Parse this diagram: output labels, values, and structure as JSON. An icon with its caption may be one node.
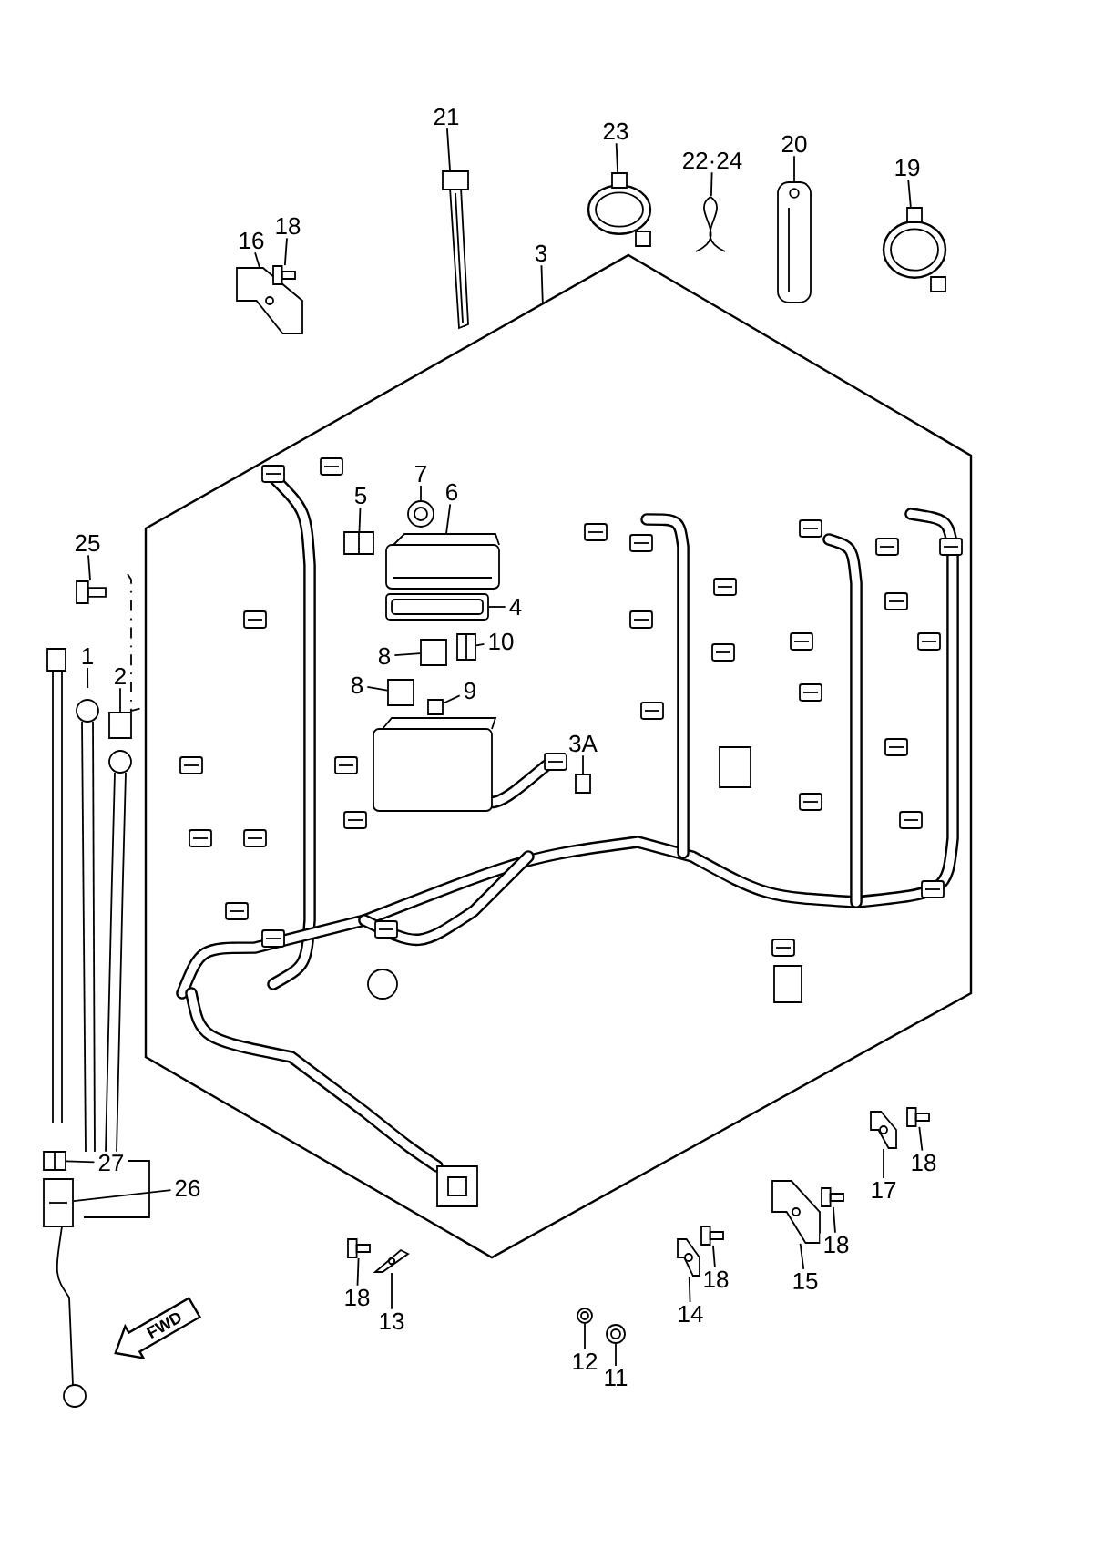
{
  "diagram": {
    "nodes": [
      {
        "text": [
          "21"
        ]
      },
      {
        "text": [],
        "shape": "picture"
      },
      {
        "text": [
          "23"
        ]
      },
      {
        "text": [],
        "shape": "picture"
      },
      {
        "text": [
          "22·24"
        ]
      },
      {
        "text": [],
        "shape": "picture"
      },
      {
        "text": [
          "20"
        ]
      },
      {
        "text": [],
        "shape": "picture"
      },
      {
        "text": [
          "19"
        ]
      },
      {
        "text": [],
        "shape": "picture"
      },
      {
        "text": [
          "16"
        ]
      },
      {
        "text": [],
        "shape": "picture"
      },
      {
        "text": [
          "18"
        ]
      },
      {
        "text": [],
        "shape": "picture"
      },
      {
        "text": [
          "3"
        ]
      },
      {
        "text": [],
        "shape": "picture"
      },
      {
        "text": [
          "7"
        ],
        "in": 15
      },
      {
        "text": [],
        "shape": "picture",
        "in": 15
      },
      {
        "text": [
          "5"
        ],
        "in": 15
      },
      {
        "text": [],
        "shape": "picture",
        "in": 15
      },
      {
        "text": [
          "6"
        ],
        "in": 15
      },
      {
        "text": [],
        "shape": "picture",
        "in": 15
      },
      {
        "text": [
          "4"
        ],
        "in": 15
      },
      {
        "text": [],
        "shape": "picture",
        "in": 15
      },
      {
        "text": [
          "10"
        ],
        "in": 15
      },
      {
        "text": [],
        "shape": "picture",
        "in": 15
      },
      {
        "text": [
          "8"
        ],
        "in": 15
      },
      {
        "text": [],
        "shape": "box",
        "in": 15
      },
      {
        "text": [
          "8"
        ],
        "in": 15
      },
      {
        "text": [],
        "shape": "box",
        "in": 15
      },
      {
        "text": [
          "9"
        ],
        "in": 15
      },
      {
        "text": [],
        "shape": "box",
        "in": 15
      },
      {
        "text": [
          "3A"
        ],
        "in": 15
      },
      {
        "text": [],
        "shape": "box",
        "in": 15
      },
      {
        "text": [
          "25"
        ]
      },
      {
        "text": [],
        "shape": "picture"
      },
      {
        "text": [
          "1"
        ]
      },
      {
        "text": [],
        "shape": "picture"
      },
      {
        "text": [
          "2"
        ]
      },
      {
        "text": [],
        "shape": "box"
      },
      {
        "text": [
          "27"
        ]
      },
      {
        "text": [],
        "shape": "picture"
      },
      {
        "text": [
          "26"
        ]
      },
      {
        "text": [],
        "shape": "picture"
      },
      {
        "text": [
          "18"
        ]
      },
      {
        "text": [],
        "shape": "picture"
      },
      {
        "text": [
          "13"
        ]
      },
      {
        "text": [],
        "shape": "picture"
      },
      {
        "text": [
          "12"
        ]
      },
      {
        "text": [],
        "shape": "picture"
      },
      {
        "text": [
          "11"
        ]
      },
      {
        "text": [],
        "shape": "picture"
      },
      {
        "text": [
          "14"
        ]
      },
      {
        "text": [],
        "shape": "picture"
      },
      {
        "text": [
          "18"
        ]
      },
      {
        "text": [],
        "shape": "picture"
      },
      {
        "text": [
          "15"
        ]
      },
      {
        "text": [],
        "shape": "picture"
      },
      {
        "text": [
          "18"
        ]
      },
      {
        "text": [],
        "shape": "picture"
      },
      {
        "text": [
          "17"
        ]
      },
      {
        "text": [],
        "shape": "picture"
      },
      {
        "text": [
          "18"
        ]
      },
      {
        "text": [],
        "shape": "picture"
      }
    ],
    "edges": [
      {
        "from": 0,
        "to": 1,
        "arrow": "none"
      },
      {
        "from": 2,
        "to": 3,
        "arrow": "none"
      },
      {
        "from": 4,
        "to": 5,
        "arrow": "none"
      },
      {
        "from": 6,
        "to": 7,
        "arrow": "none"
      },
      {
        "from": 8,
        "to": 9,
        "arrow": "none"
      },
      {
        "from": 10,
        "to": 11,
        "arrow": "none"
      },
      {
        "from": 12,
        "to": 13,
        "arrow": "none"
      },
      {
        "from": 14,
        "to": 15,
        "arrow": "none"
      },
      {
        "from": 16,
        "to": 17,
        "arrow": "none"
      },
      {
        "from": 18,
        "to": 19,
        "arrow": "none"
      },
      {
        "from": 20,
        "to": 21,
        "arrow": "none"
      },
      {
        "from": 22,
        "to": 23,
        "arrow": "none"
      },
      {
        "from": 24,
        "to": 25,
        "arrow": "none"
      },
      {
        "from": 26,
        "to": 27,
        "arrow": "none"
      },
      {
        "from": 28,
        "to": 29,
        "arrow": "none"
      },
      {
        "from": 30,
        "to": 31,
        "arrow": "none"
      },
      {
        "from": 32,
        "to": 33,
        "arrow": "none"
      },
      {
        "from": 34,
        "to": 35,
        "arrow": "none"
      },
      {
        "from": 36,
        "to": 37,
        "arrow": "none"
      },
      {
        "from": 38,
        "to": 39,
        "arrow": "none"
      },
      {
        "from": 40,
        "to": 41,
        "arrow": "none"
      },
      {
        "from": 42,
        "to": 43,
        "arrow": "none"
      },
      {
        "from": 44,
        "to": 45,
        "arrow": "none"
      },
      {
        "from": 46,
        "to": 47,
        "arrow": "none"
      },
      {
        "from": 48,
        "to": 49,
        "arrow": "none"
      },
      {
        "from": 50,
        "to": 51,
        "arrow": "none"
      },
      {
        "from": 52,
        "to": 53,
        "arrow": "none"
      },
      {
        "from": 54,
        "to": 55,
        "arrow": "none"
      },
      {
        "from": 56,
        "to": 57,
        "arrow": "none"
      },
      {
        "from": 58,
        "to": 59,
        "arrow": "none"
      },
      {
        "from": 60,
        "to": 61,
        "arrow": "none"
      },
      {
        "from": 62,
        "to": 63,
        "arrow": "none"
      }
    ],
    "labels": [
      "FWD"
    ]
  }
}
